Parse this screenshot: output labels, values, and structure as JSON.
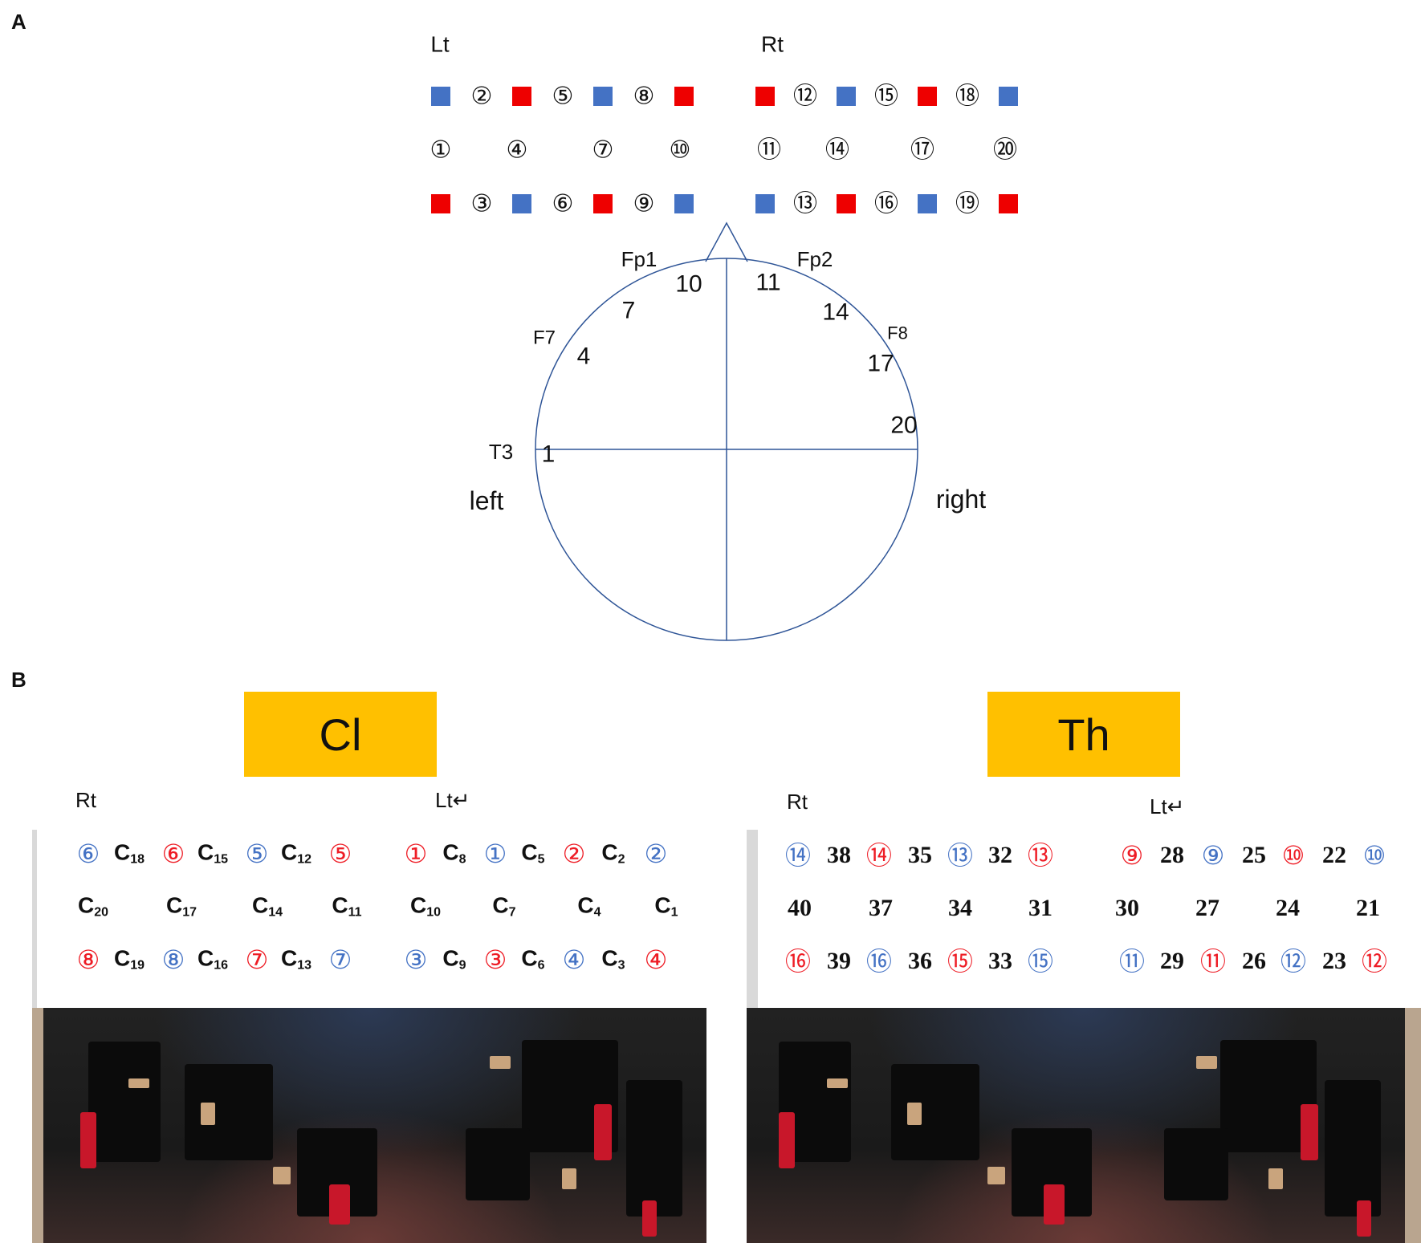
{
  "panel_a": {
    "letter": "A",
    "lt_label": "Lt",
    "rt_label": "Rt",
    "left_groups": {
      "top": [
        {
          "t": "sq",
          "c": "blue"
        },
        {
          "t": "num",
          "v": "②"
        },
        {
          "t": "sq",
          "c": "red"
        },
        {
          "t": "num",
          "v": "⑤"
        },
        {
          "t": "sq",
          "c": "blue"
        },
        {
          "t": "num",
          "v": "⑧"
        },
        {
          "t": "sq",
          "c": "red"
        }
      ],
      "middle": [
        {
          "t": "num",
          "v": "①"
        },
        {
          "t": "num",
          "v": "④"
        },
        {
          "t": "num",
          "v": "⑦"
        },
        {
          "t": "num",
          "v": "⑩"
        }
      ],
      "bottom": [
        {
          "t": "sq",
          "c": "red"
        },
        {
          "t": "num",
          "v": "③"
        },
        {
          "t": "sq",
          "c": "blue"
        },
        {
          "t": "num",
          "v": "⑥"
        },
        {
          "t": "sq",
          "c": "red"
        },
        {
          "t": "num",
          "v": "⑨"
        },
        {
          "t": "sq",
          "c": "blue"
        }
      ]
    },
    "right_groups": {
      "top": [
        {
          "t": "sq",
          "c": "red"
        },
        {
          "t": "num",
          "v": "⑫"
        },
        {
          "t": "sq",
          "c": "blue"
        },
        {
          "t": "num",
          "v": "⑮"
        },
        {
          "t": "sq",
          "c": "red"
        },
        {
          "t": "num",
          "v": "⑱"
        },
        {
          "t": "sq",
          "c": "blue"
        }
      ],
      "middle": [
        {
          "t": "num",
          "v": "⑪"
        },
        {
          "t": "num",
          "v": "⑭"
        },
        {
          "t": "num",
          "v": "⑰"
        },
        {
          "t": "num",
          "v": "⑳"
        }
      ],
      "bottom": [
        {
          "t": "sq",
          "c": "blue"
        },
        {
          "t": "num",
          "v": "⑬"
        },
        {
          "t": "sq",
          "c": "red"
        },
        {
          "t": "num",
          "v": "⑯"
        },
        {
          "t": "sq",
          "c": "blue"
        },
        {
          "t": "num",
          "v": "⑲"
        },
        {
          "t": "sq",
          "c": "red"
        }
      ]
    },
    "head": {
      "landmarks": [
        "Fp1",
        "Fp2",
        "F7",
        "F8",
        "T3"
      ],
      "channels": [
        "10",
        "11",
        "7",
        "14",
        "4",
        "17",
        "20",
        "1"
      ],
      "side_left": "left",
      "side_right": "right"
    },
    "colors": {
      "red": "#ee0000",
      "blue": "#4472c4",
      "outline": "#2f5597"
    }
  },
  "panel_b": {
    "letter": "B",
    "cl": {
      "banner": "Cl",
      "rt_label": "Rt",
      "lt_label": "Lt↵",
      "rows": [
        [
          [
            "c",
            "6",
            "blue"
          ],
          [
            "C",
            "18"
          ],
          [
            "c",
            "6",
            "red"
          ],
          [
            "C",
            "15"
          ],
          [
            "c",
            "5",
            "blue"
          ],
          [
            "C",
            "12"
          ],
          [
            "c",
            "5",
            "red"
          ],
          [
            "c",
            "1",
            "red"
          ],
          [
            "C",
            "8"
          ],
          [
            "c",
            "1",
            "blue"
          ],
          [
            "C",
            "5"
          ],
          [
            "c",
            "2",
            "red"
          ],
          [
            "C",
            "2"
          ],
          [
            "c",
            "2",
            "blue"
          ]
        ],
        [
          [
            "C",
            "20"
          ],
          [
            "C",
            "17"
          ],
          [
            "C",
            "14"
          ],
          [
            "C",
            "11"
          ],
          [
            "C",
            "10"
          ],
          [
            "C",
            "7"
          ],
          [
            "C",
            "4"
          ],
          [
            "C",
            "1"
          ]
        ],
        [
          [
            "c",
            "8",
            "red"
          ],
          [
            "C",
            "19"
          ],
          [
            "c",
            "8",
            "blue"
          ],
          [
            "C",
            "16"
          ],
          [
            "c",
            "7",
            "red"
          ],
          [
            "C",
            "13"
          ],
          [
            "c",
            "7",
            "blue"
          ],
          [
            "c",
            "3",
            "blue"
          ],
          [
            "C",
            "9"
          ],
          [
            "c",
            "3",
            "red"
          ],
          [
            "C",
            "6"
          ],
          [
            "c",
            "4",
            "blue"
          ],
          [
            "C",
            "3"
          ],
          [
            "c",
            "4",
            "red"
          ]
        ]
      ]
    },
    "th": {
      "banner": "Th",
      "rt_label": "Rt",
      "lt_label": "Lt↵",
      "rows": [
        [
          [
            "c",
            "⑭",
            "blue"
          ],
          [
            "n",
            "38"
          ],
          [
            "c",
            "⑭",
            "red"
          ],
          [
            "n",
            "35"
          ],
          [
            "c",
            "⑬",
            "blue"
          ],
          [
            "n",
            "32"
          ],
          [
            "c",
            "⑬",
            "red"
          ],
          [
            "c",
            "⑨",
            "red"
          ],
          [
            "n",
            "28"
          ],
          [
            "c",
            "⑨",
            "blue"
          ],
          [
            "n",
            "25"
          ],
          [
            "c",
            "⑩",
            "red"
          ],
          [
            "n",
            "22"
          ],
          [
            "c",
            "⑩",
            "blue"
          ]
        ],
        [
          [
            "n",
            "40"
          ],
          [
            "n",
            "37"
          ],
          [
            "n",
            "34"
          ],
          [
            "n",
            "31"
          ],
          [
            "n",
            "30"
          ],
          [
            "n",
            "27"
          ],
          [
            "n",
            "24"
          ],
          [
            "n",
            "21"
          ]
        ],
        [
          [
            "c",
            "⑯",
            "red"
          ],
          [
            "n",
            "39"
          ],
          [
            "c",
            "⑯",
            "blue"
          ],
          [
            "n",
            "36"
          ],
          [
            "c",
            "⑮",
            "red"
          ],
          [
            "n",
            "33"
          ],
          [
            "c",
            "⑮",
            "blue"
          ],
          [
            "c",
            "⑪",
            "blue"
          ],
          [
            "n",
            "29"
          ],
          [
            "c",
            "⑪",
            "red"
          ],
          [
            "n",
            "26"
          ],
          [
            "c",
            "⑫",
            "blue"
          ],
          [
            "n",
            "23"
          ],
          [
            "c",
            "⑫",
            "red"
          ]
        ]
      ]
    },
    "colors": {
      "banner": "#FFC000",
      "red": "#ee1c25",
      "blue": "#4472c4"
    }
  }
}
